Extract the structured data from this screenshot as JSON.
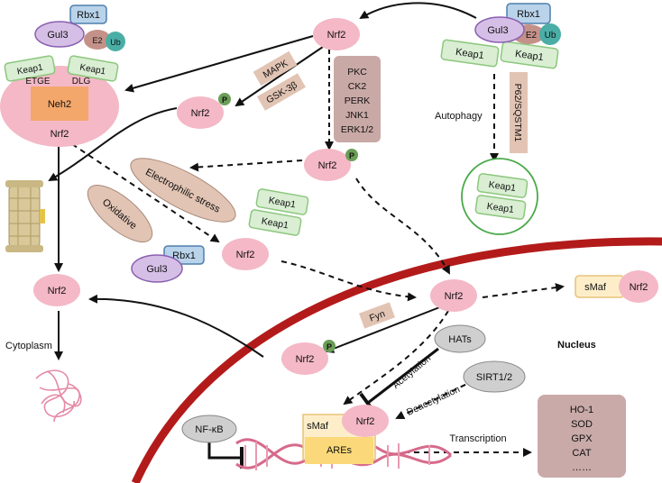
{
  "colors": {
    "nrf2": "#f4b8c6",
    "keap1_fill": "#d9eed3",
    "keap1_stroke": "#8cc77d",
    "gul3_fill": "#d6bfe6",
    "gul3_stroke": "#8a5fb0",
    "rbx1_fill": "#b9d3ea",
    "rbx1_stroke": "#4f7fae",
    "e2": "#c49189",
    "ub": "#4aaea6",
    "p_circle": "#6a9e57",
    "kinase_box": "#c9a9a6",
    "stress_oval": "#e2c4b4",
    "smaf_fill": "#fdeec9",
    "smaf_stroke": "#e8c27a",
    "ares_fill": "#fbd97a",
    "neh2": "#f3a76b",
    "nucleus_membrane": "#b31b1b",
    "dna": "#d66a8b",
    "genes_box": "#c9aaa8",
    "autophagy_circle": "#49a94a",
    "enzyme_oval": "#cfcfcf"
  },
  "labels": {
    "nrf2": "Nrf2",
    "keap1": "Keap1",
    "gul3": "Gul3",
    "rbx1": "Rbx1",
    "e2": "E2",
    "ub": "Ub",
    "p": "P",
    "etge": "ETGE",
    "dlg": "DLG",
    "neh2": "Neh2",
    "mapk": "MAPK",
    "gsk3b": "GSK-3β",
    "kinases": [
      "PKC",
      "CK2",
      "PERK",
      "JNK1",
      "ERK1/2"
    ],
    "autophagy": "Autophagy",
    "p62": "P62/SQSTM1",
    "electrophilic": "Electrophilic stress",
    "oxidative": "Oxidative",
    "fyn": "Fyn",
    "smaf": "sMaf",
    "nucleus": "Nucleus",
    "cytoplasm": "Cytoplasm",
    "hats": "HATs",
    "sirt": "SIRT1/2",
    "acetylation": "Acetylation",
    "deacetylation": "Deacetylation",
    "nfkb": "NF-κB",
    "ares": "AREs",
    "transcription": "Transcription",
    "genes": [
      "HO-1",
      "SOD",
      "GPX",
      "CAT",
      "……"
    ]
  }
}
